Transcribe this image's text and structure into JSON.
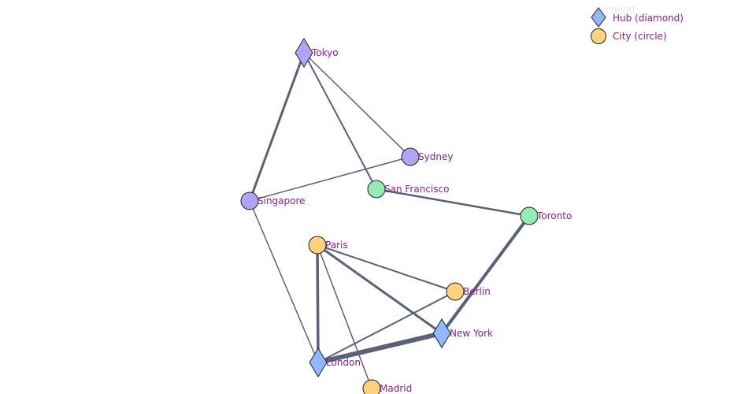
{
  "legend": {
    "title": "Legend",
    "items": [
      {
        "label": "Hub (diamond)",
        "shape": "diamond",
        "color": "#8fb8ff"
      },
      {
        "label": "City (circle)",
        "shape": "circle",
        "color": "#fdd27e"
      }
    ]
  },
  "colors": {
    "edge": "#5a6178",
    "label": "#8a1f8f",
    "asia": "#b3a3f7",
    "america": "#94ebb3",
    "europe": "#fdd27e",
    "hub": "#8fb8ff"
  },
  "nodes": [
    {
      "id": "Tokyo",
      "label": "Tokyo",
      "shape": "diamond",
      "color": "#b3a3f7"
    },
    {
      "id": "Sydney",
      "label": "Sydney",
      "shape": "circle",
      "color": "#b3a3f7"
    },
    {
      "id": "Singapore",
      "label": "Singapore",
      "shape": "circle",
      "color": "#b3a3f7"
    },
    {
      "id": "SanFrancisco",
      "label": "San Francisco",
      "shape": "circle",
      "color": "#94ebb3"
    },
    {
      "id": "Toronto",
      "label": "Toronto",
      "shape": "circle",
      "color": "#94ebb3"
    },
    {
      "id": "Paris",
      "label": "Paris",
      "shape": "circle",
      "color": "#fdd27e"
    },
    {
      "id": "Berlin",
      "label": "Berlin",
      "shape": "circle",
      "color": "#fdd27e"
    },
    {
      "id": "NewYork",
      "label": "New York",
      "shape": "diamond",
      "color": "#8fb8ff"
    },
    {
      "id": "London",
      "label": "London",
      "shape": "diamond",
      "color": "#8fb8ff"
    },
    {
      "id": "Madrid",
      "label": "Madrid",
      "shape": "circle",
      "color": "#fdd27e"
    }
  ],
  "edges": [
    {
      "source": "Tokyo",
      "target": "Singapore",
      "weight": 3
    },
    {
      "source": "Tokyo",
      "target": "Sydney",
      "weight": 1.5
    },
    {
      "source": "Tokyo",
      "target": "SanFrancisco",
      "weight": 2
    },
    {
      "source": "Sydney",
      "target": "Singapore",
      "weight": 1.5
    },
    {
      "source": "Singapore",
      "target": "London",
      "weight": 1.5
    },
    {
      "source": "SanFrancisco",
      "target": "Toronto",
      "weight": 2.5
    },
    {
      "source": "Toronto",
      "target": "NewYork",
      "weight": 4
    },
    {
      "source": "Paris",
      "target": "London",
      "weight": 3.5
    },
    {
      "source": "Paris",
      "target": "Berlin",
      "weight": 2
    },
    {
      "source": "Paris",
      "target": "NewYork",
      "weight": 3
    },
    {
      "source": "Paris",
      "target": "Madrid",
      "weight": 1.5
    },
    {
      "source": "Berlin",
      "target": "London",
      "weight": 2
    },
    {
      "source": "London",
      "target": "NewYork",
      "weight": 6
    }
  ]
}
